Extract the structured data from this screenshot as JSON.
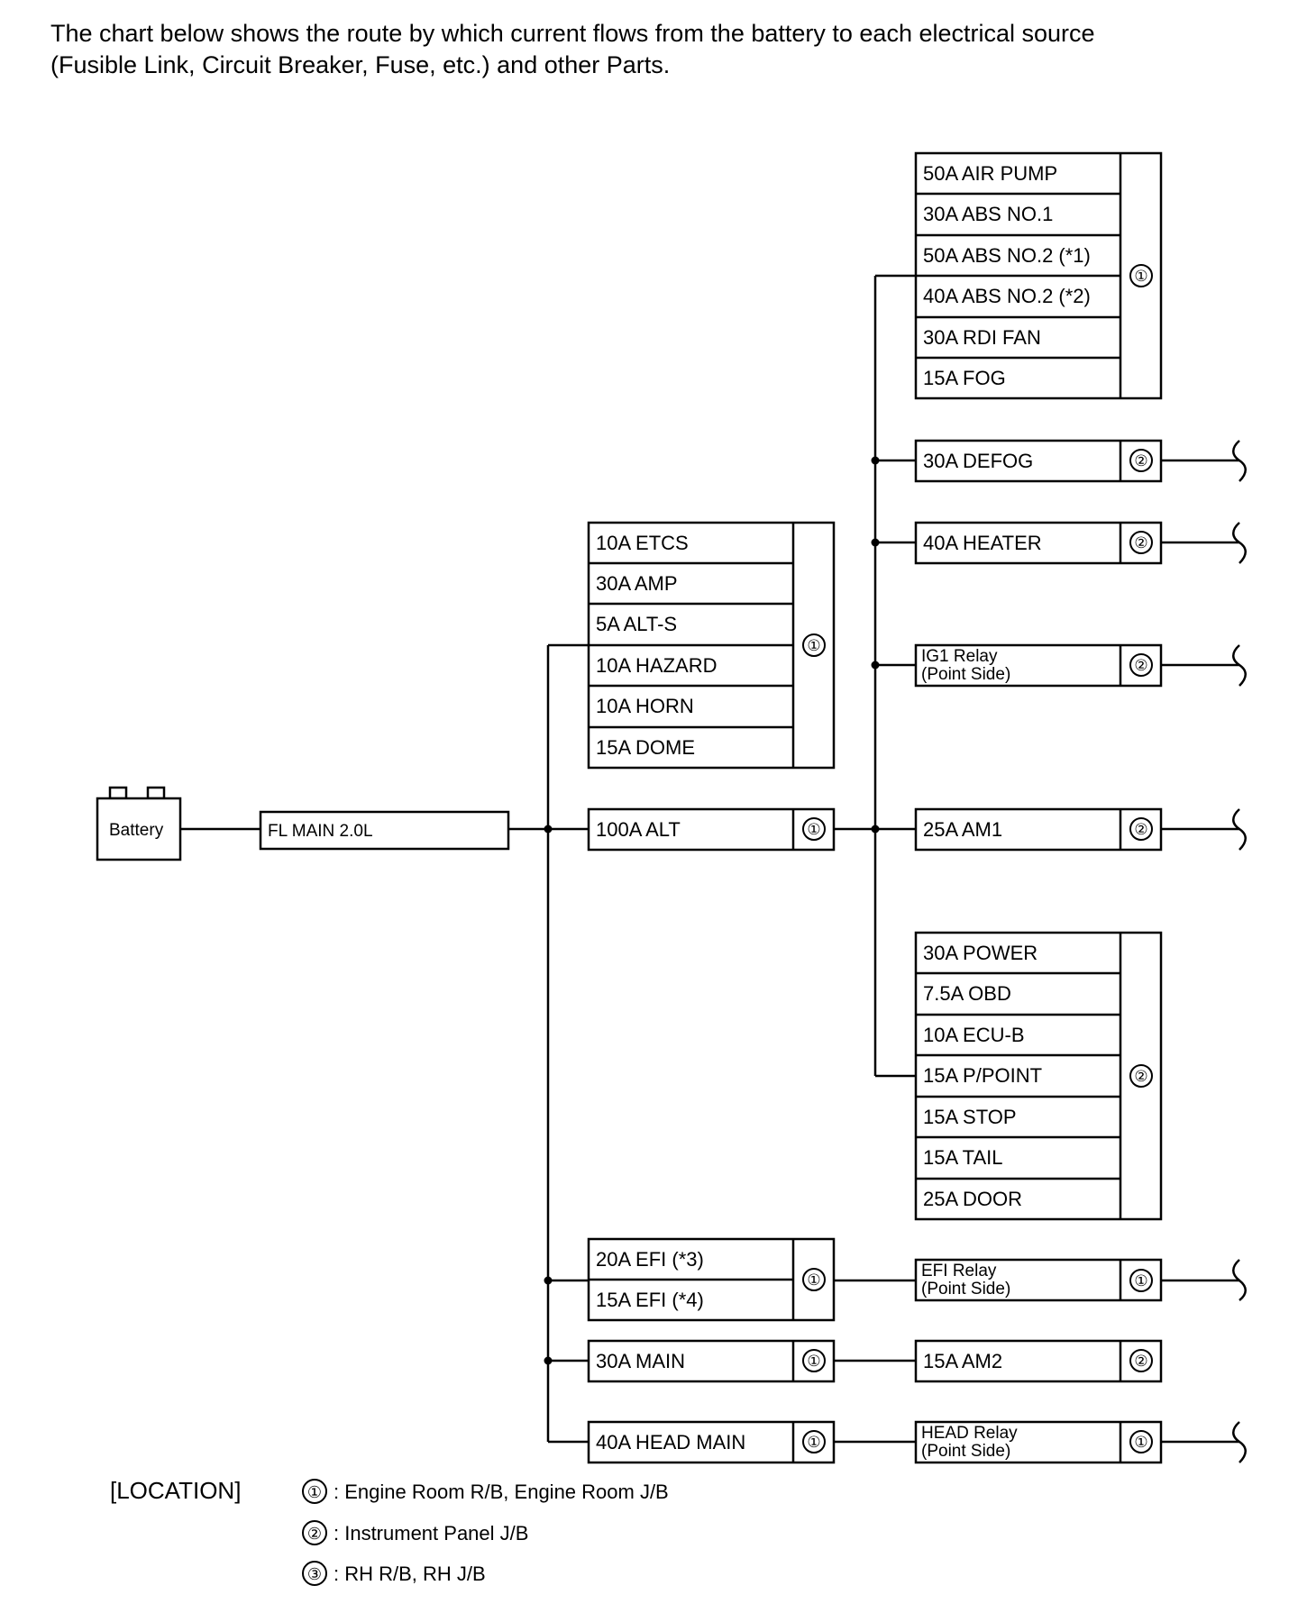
{
  "intro": {
    "line1": "The chart below shows the route by which current flows from the battery to each electrical source",
    "line2": "(Fusible Link, Circuit Breaker, Fuse, etc.) and other Parts."
  },
  "battery": {
    "label": "Battery"
  },
  "main_link": {
    "label": "FL MAIN 2.0L"
  },
  "groups": {
    "col2_top": {
      "location": "①",
      "items": [
        "10A ETCS",
        "30A AMP",
        "5A ALT-S",
        "10A HAZARD",
        "10A HORN",
        "15A DOME"
      ]
    },
    "alt": {
      "label": "100A ALT",
      "location": "①"
    },
    "efi": {
      "location": "①",
      "items": [
        "20A EFI (*3)",
        "15A EFI (*4)"
      ]
    },
    "main30": {
      "label": "30A MAIN",
      "location": "①"
    },
    "headmain": {
      "label": "40A HEAD MAIN",
      "location": "①"
    },
    "col3_top": {
      "location": "①",
      "items": [
        "50A AIR PUMP",
        "30A ABS NO.1",
        "50A ABS NO.2 (*1)",
        "40A ABS NO.2 (*2)",
        "30A RDI FAN",
        "15A FOG"
      ]
    },
    "defog": {
      "label": "30A DEFOG",
      "location": "②"
    },
    "heater": {
      "label": "40A HEATER",
      "location": "②"
    },
    "ig1": {
      "label_line1": "IG1 Relay",
      "label_line2": "(Point Side)",
      "location": "②"
    },
    "am1": {
      "label": "25A AM1",
      "location": "②"
    },
    "col3_bottom": {
      "location": "②",
      "items": [
        "30A POWER",
        "7.5A OBD",
        "10A ECU-B",
        "15A P/POINT",
        "15A STOP",
        "15A TAIL",
        "25A DOOR"
      ]
    },
    "efi_relay": {
      "label_line1": "EFI Relay",
      "label_line2": "(Point Side)",
      "location": "①"
    },
    "am2": {
      "label": "15A AM2",
      "location": "②"
    },
    "head_relay": {
      "label_line1": "HEAD Relay",
      "label_line2": "(Point Side)",
      "location": "①"
    }
  },
  "legend": {
    "heading": "[LOCATION]",
    "items": [
      {
        "symbol": "①",
        "text": ": Engine Room R/B, Engine Room J/B"
      },
      {
        "symbol": "②",
        "text": ": Instrument Panel J/B"
      },
      {
        "symbol": "③",
        "text": ": RH R/B, RH J/B"
      }
    ]
  }
}
